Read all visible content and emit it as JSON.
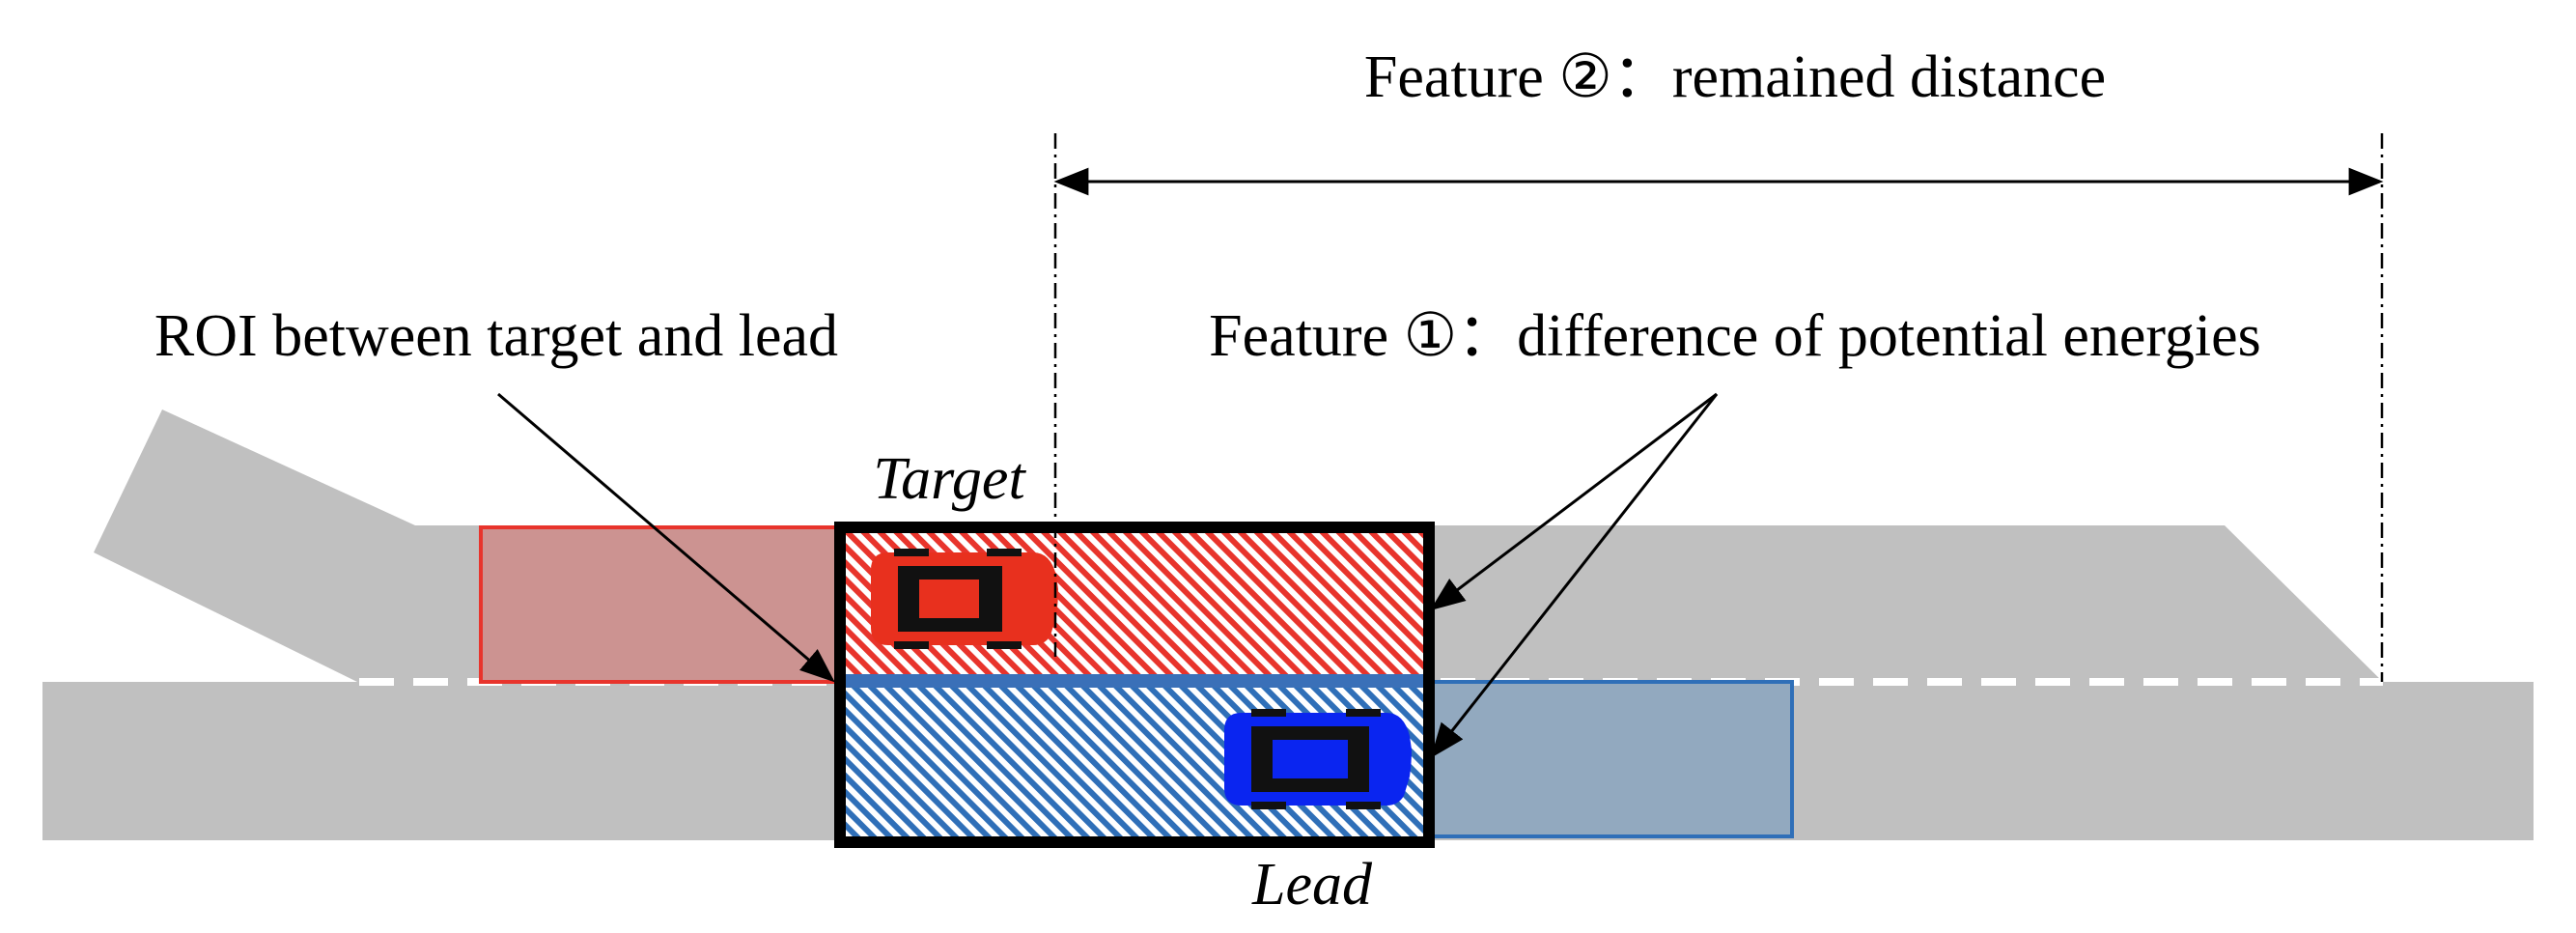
{
  "labels": {
    "feature2": "Feature ②：remained distance",
    "feature1": "Feature ①：difference of potential energies",
    "roi": "ROI between target and lead",
    "target": "Target",
    "lead": "Lead"
  },
  "colors": {
    "road": "#c0c0c0",
    "target_region_fill": "#cc9391",
    "target_region_border": "#e8342c",
    "target_hatch": "#e8342c",
    "lead_region_fill": "#92a9bf",
    "lead_region_border": "#2f6fb8",
    "lead_hatch": "#2f6fb8",
    "target_car": "#e8301e",
    "lead_car": "#0a25f0",
    "roi_box": "#000000",
    "lane_marking": "#ffffff"
  },
  "icons": {
    "target_vehicle": "car-top-view-icon",
    "lead_vehicle": "car-top-view-icon"
  }
}
